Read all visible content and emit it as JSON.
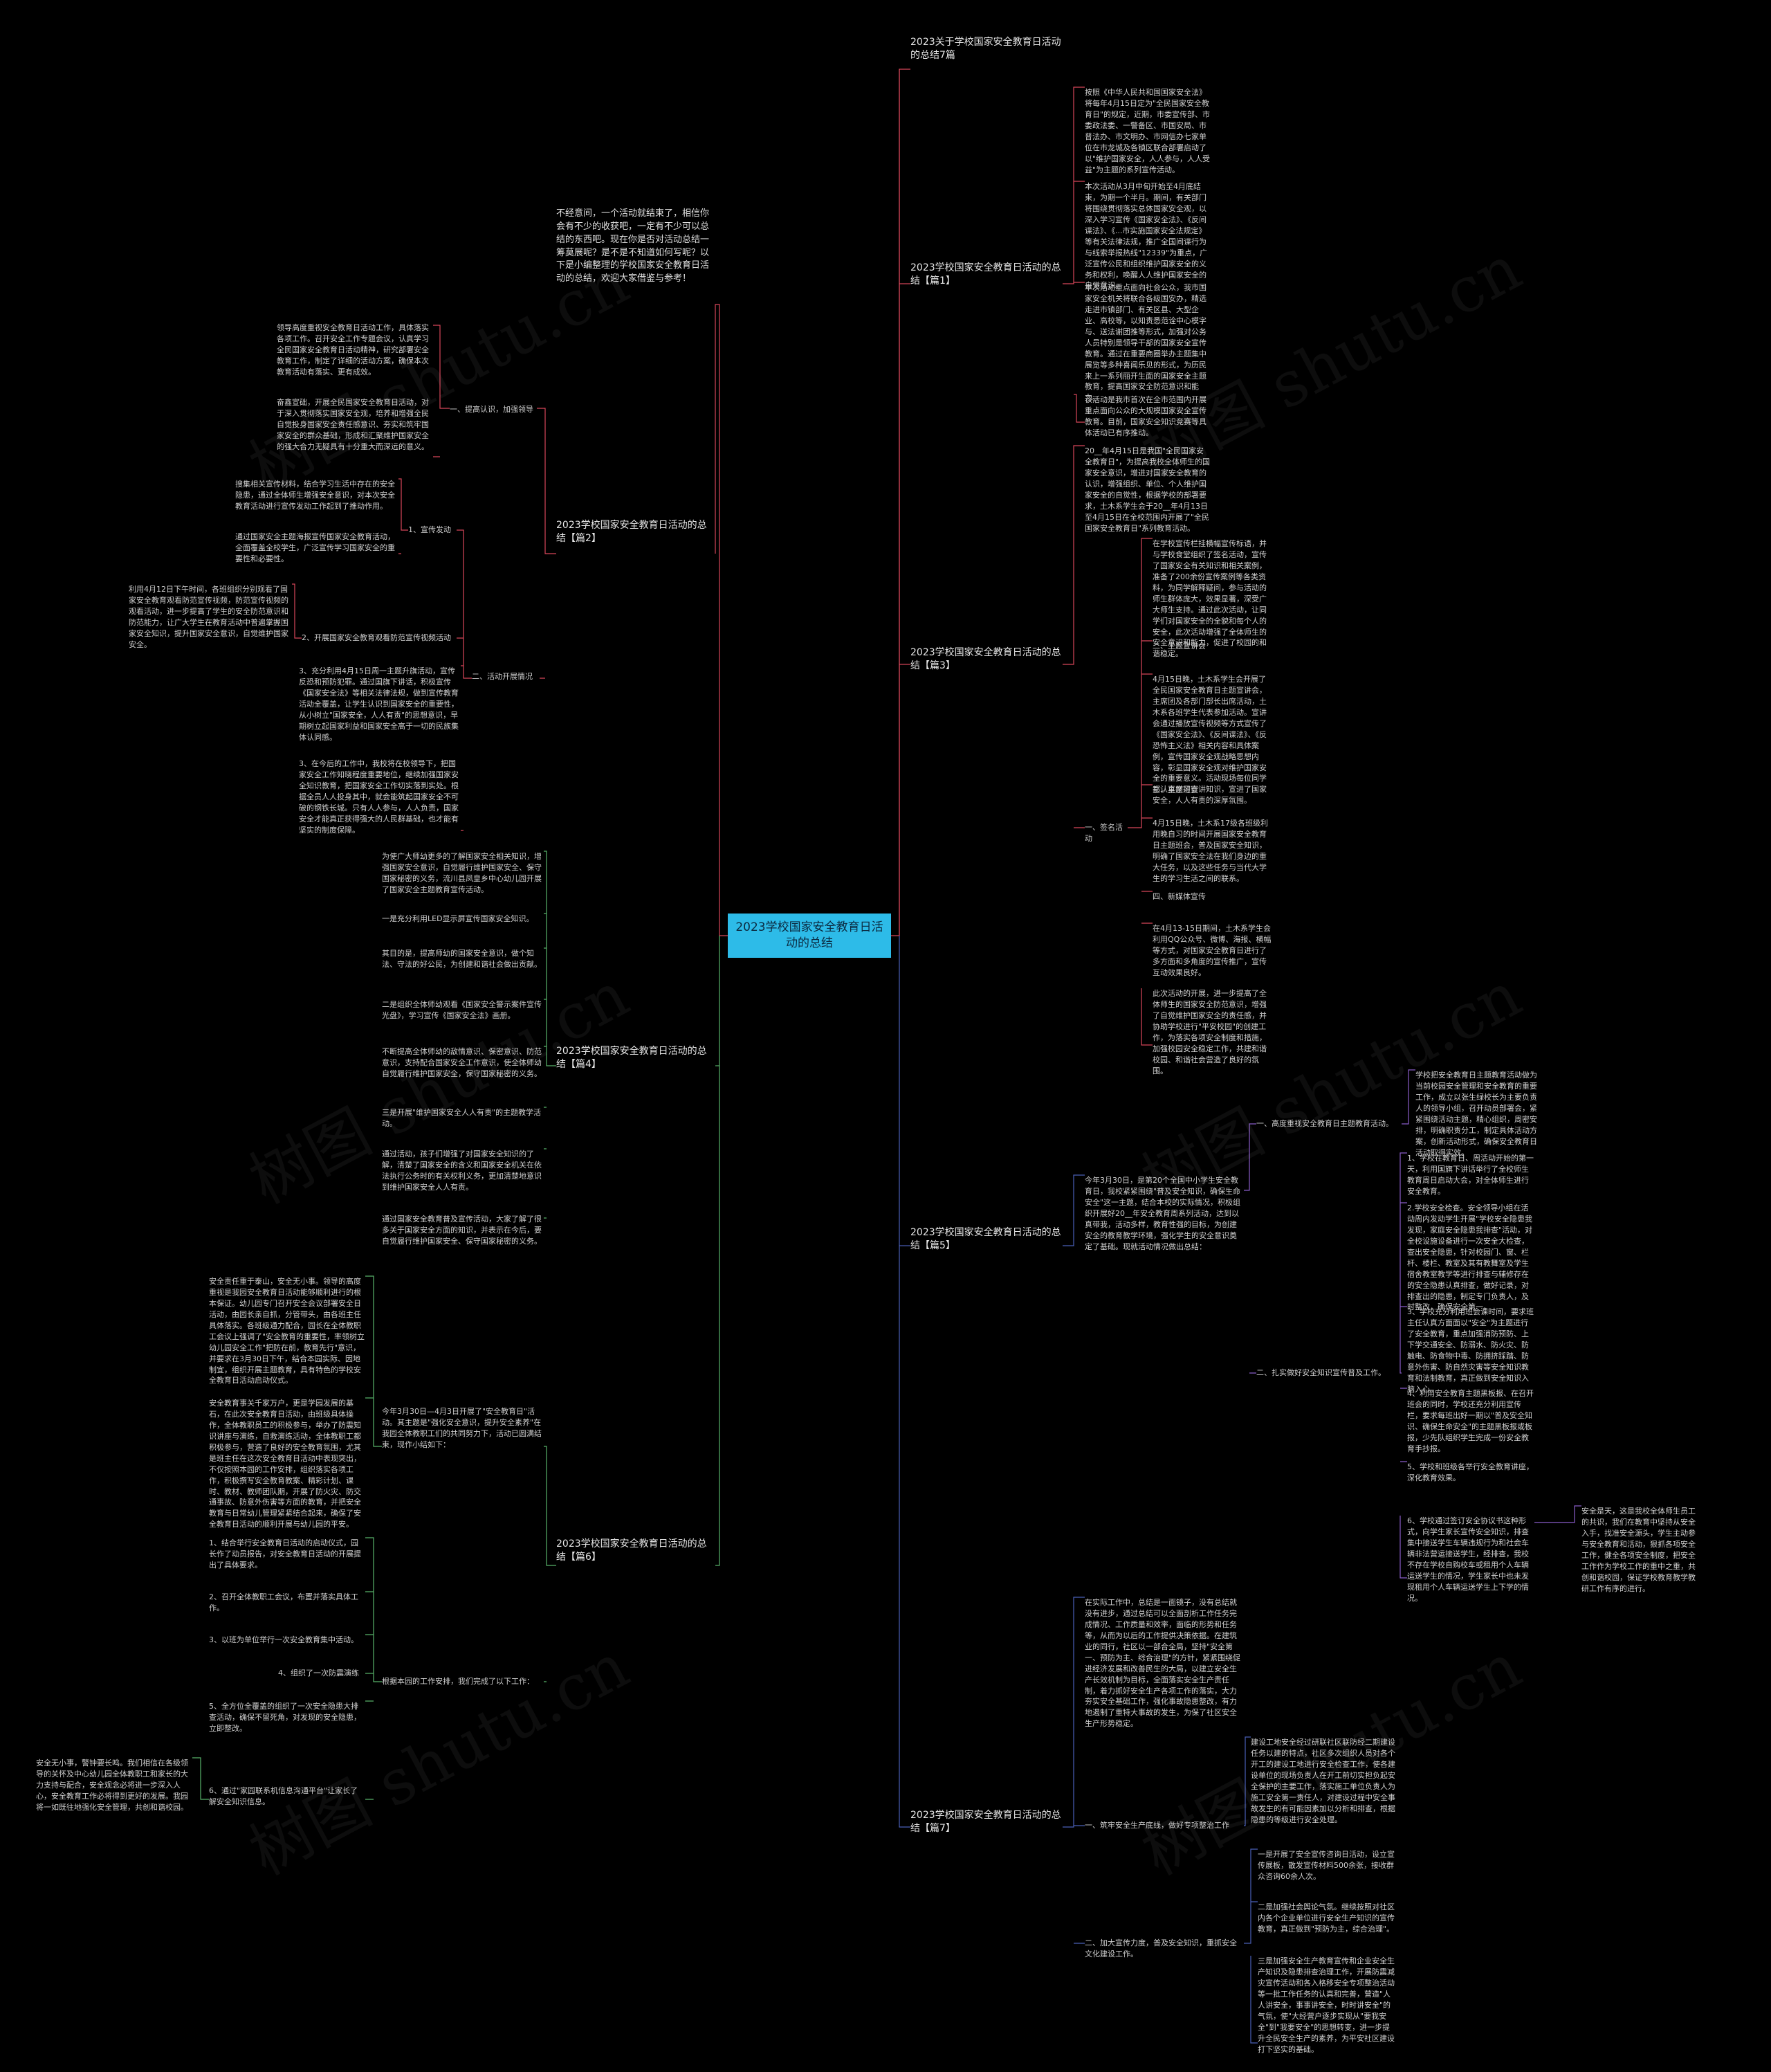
{
  "root": "2023学校国家安全教育日活动的总结",
  "watermark": "树图 shutu.cn",
  "colors": {
    "root_bg": "#2dbbe8",
    "right_line": "#d8465a",
    "blue_line": "#4a5fb8",
    "purple_line": "#8a5cc9",
    "green_line": "#58b36a",
    "red_line": "#d8465a"
  },
  "nodes": [
    {
      "id": "r0",
      "text": "2023关于学校国家安全教育日活动的总结7篇",
      "cls": "title"
    },
    {
      "id": "r1",
      "text": "2023学校国家安全教育日活动的总结【篇1】",
      "cls": "title"
    },
    {
      "id": "r1a",
      "text": "按照《中华人民共和国国家安全法》将每年4月15日定为\"全民国家安全教育日\"的规定，近期，市委宣传部、市委政法委、一警备区、市国安局、市普法办、市文明办、市网信办七家单位在市龙城及各镇区联合部署启动了以\"维护国家安全，人人参与，人人受益\"为主题的系列宣传活动。"
    },
    {
      "id": "r1b",
      "text": "本次活动从3月中旬开始至4月底结束，为期一个半月。期间，有关部门将围绕贯彻落实总体国家安全观，以深入学习宣传《国家安全法》、《反间谍法》、《...市实施国家安全法规定》等有关法律法规，推广全国间谍行为与线索举报热线\"12339\"为重点，广泛宣传公民和组织维护国家安全的义务和权利，唤醒人人维护国家安全的自觉意识。"
    },
    {
      "id": "r1c",
      "text": "本次活动重点面向社会公众，我市国家安全机关将联合各级国安办，精选走进市镇部门、有关区县、大型企业、高校等，以知责悉范诠中心模字与、送法谢团推等形式，加强对公务人员特别是领导干部的国家安全宣传教育。通过在重要商圈举办主题集中展览等多种喜闻乐见的形式，为历民来上一系列丽开生面的国家安全主题教育，提高国家安全防范意识和能力。"
    },
    {
      "id": "r1d",
      "text": "该活动是我市首次在全市范围内开展重点面向公众的大规模国家安全宣传教育。目前，国家安全知识竞赛等具体活动已有序推动。"
    },
    {
      "id": "r3",
      "text": "2023学校国家安全教育日活动的总结【篇3】",
      "cls": "title"
    },
    {
      "id": "r3a",
      "text": "20__年4月15日是我国\"全民国家安全教育日\"，为提高我校全体师生的国家安全意识，增进对国家安全教育的认识，增强组织、单位、个人维护国家安全的自觉性，根据学校的部署要求，土木系学生会于20__年4月13日至4月15日在全校范围内开展了\"全民国家安全教育日\"系列教育活动。"
    },
    {
      "id": "r3s",
      "text": "一、签名活动",
      "cls": "sub"
    },
    {
      "id": "r3b",
      "text": "在学校宣传栏挂横幅宣传标语，并与学校食堂组织了签名活动，宣传了国家安全有关知识和相关案例，准备了200余份宣传案例等各类资料，为同学解释疑问，参与活动的师生群体庞大，效果显著，深受广大师生支持。通过此次活动，让同学们对国家安全的全貌和每个人的安全，此次活动增强了全体师生的安全意识和能力，促进了校园的和谐稳定。"
    },
    {
      "id": "r3c",
      "text": "二、主题宣讲会"
    },
    {
      "id": "r3d",
      "text": "4月15日晚，土木系学生会开展了全民国家安全教育日主题宣讲会，主席团及各部门部长出席活动，土木系各班学生代表参加活动。宣讲会通过播放宣传视频等方式宣传了《国家安全法》、《反间谍法》、《反恐怖主义法》相关内容和具体案例，宣传国家安全观战略思想内容，彰显国家安全观对维护国家安全的重要意义。活动现场每位同学都认真学习宣讲知识，宣进了国家安全，人人有责的深厚氛围。"
    },
    {
      "id": "r3e",
      "text": "三、主题班会"
    },
    {
      "id": "r3f",
      "text": "4月15日晚，土木系17级各班级利用晚自习的时间开展国家安全教育日主题班会，普及国家安全知识，明确了国家安全法在我们身边的重大任务，以及这些任务与当代大学生的学习生活之间的联系。"
    },
    {
      "id": "r3g",
      "text": "四、新媒体宣传"
    },
    {
      "id": "r3h",
      "text": "在4月13-15日期间，土木系学生会利用QQ公众号、微博、海报、横幅等方式，对国家安全教育日进行了多方面和多角度的宣传推广，宣传互动效果良好。"
    },
    {
      "id": "r3i",
      "text": "此次活动的开展，进一步提高了全体师生的国家安全防范意识，增强了自觉维护国家安全的责任感，并协助学校进行\"平安校园\"的创建工作，为落实各项安全制度和措施，加强校园安全稳定工作，共建和谐校园、和谐社会营造了良好的氛围。"
    },
    {
      "id": "r5",
      "text": "2023学校国家安全教育日活动的总结【篇5】",
      "cls": "title"
    },
    {
      "id": "r5a",
      "text": "今年3月30日，是第20个全国中小学生安全教育日，我校紧紧围绕\"普及安全知识，确保生命安全\"这一主题，结合本校的实际情况，积极组织开展好20__年安全教育周系列活动，达到以真带我，活动多样，教育性强的目标，为创建安全的教育教学环境，强化学生的安全意识奠定了基础。现就活动情况做出总结："
    },
    {
      "id": "r5s1",
      "text": "一、高度重视安全教育日主题教育活动。",
      "cls": "sub"
    },
    {
      "id": "r5b",
      "text": "学校把安全教育日主题教育活动做为当前校园安全管理和安全教育的重要工作，成立以张生绿校长为主要负责人的领导小组，召开动员部署会，紧紧围绕活动主题，精心组织，周密安排，明确职责分工，制定具体活动方案，创新活动形式，确保安全教育日活动取得实效。"
    },
    {
      "id": "r5s2",
      "text": "二、扎实做好安全知识宣传普及工作。",
      "cls": "sub"
    },
    {
      "id": "r5c",
      "text": "1、学校在教育日、周活动开始的第一天，利用国旗下讲话举行了全校师生教育周日启动大会，对全体师生进行安全教育。"
    },
    {
      "id": "r5d",
      "text": "2.学校安全检查。安全领导小组在活动周内发动学生开展\"学校安全隐患我发现，家庭安全隐患我排查\"活动，对全校设施设备进行一次安全大检查，查出安全隐患，针对校园门、窗、栏杆、楼栏、教室及其有教舞室及学生宿舍教室教学等进行排查与辅修存在的安全隐患认真排查，做好记录，对排查出的隐患，制定专门负责人，及时整改，确保安全第一。"
    },
    {
      "id": "r5e",
      "text": "3、学校充分利用班会课时间，要求班主任认真方面面以\"安全\"为主题进行了安全教育，重点加强消防预防、上下学交通安全、防溺水、防火灾、防触电、防食物中毒、防拥挤踩踏、防意外伤害、防自然灾害等安全知识教育和法制教育，真正做到安全知识入脑入心。"
    },
    {
      "id": "r5f",
      "text": "4、利用安全教育主题黑板报、在召开班会的同时，学校还充分利用宣传栏，要求每班出好一期以\"普及安全知识、确保生命安全\"的主题黑板报或板报，少先队组织学生完成一份安全教育手抄报。"
    },
    {
      "id": "r5g",
      "text": "5、学校和班级各举行安全教育讲座，深化教育效果。"
    },
    {
      "id": "r5h",
      "text": "6、学校通过签订安全协议书这种形式，向学生家长宣传安全知识，排查集中接送学生车辆违规行为和社会车辆非法营运接送学生，经排查，我校不存在学校自购校车或租用个人车辆运送学生的情况，学生家长中也未发现租用个人车辆运送学生上下学的情况。"
    },
    {
      "id": "r5i",
      "text": "安全是天，这是我校全体师生员工的共识，我们在教育中坚持从安全入手，找准安全源头，学生主动参与安全教育和活动，狠抓各项安全工作，健全各项安全制度，把安全工作作为学校工作的重中之重，共创和谐校园，保证学校教育教学教研工作有序的进行。"
    },
    {
      "id": "r7",
      "text": "2023学校国家安全教育日活动的总结【篇7】",
      "cls": "title"
    },
    {
      "id": "r7a",
      "text": "在实际工作中，总结是一面镜子，没有总结就没有进步，通过总结可以全面剖析工作任务完成情况、工作质量和效率，面临的形势和任务等，从而为以后的工作提供决策依据。在建筑业的同行，社区以一部合全局，坚持\"安全第一、预防为主、综合治理\"的方针，紧紧围绕促进经济发展和改善民生的大局，以建立安全生产长效机制为目标，全面落实安全生产责任制，着力抓好安全生产各项工作的落实，大力夯实安全基础工作，强化事故隐患整改，有力地遏制了重特大事故的发生，为保了社区安全生产形势稳定。"
    },
    {
      "id": "r7s1",
      "text": "一、筑牢安全生产底线，做好专项整治工作",
      "cls": "sub"
    },
    {
      "id": "r7b",
      "text": "建设工地安全经过研联社区联防经二期建设任务以建的特点，社区多次组织人员对各个开工的建设工地进行安全检查工作，使各建设单位的现场负责人在开工前切实担负起安全保护的主要工作，落实施工单位负责人为施工安全第一责任人，对建设过程中安全事故发生的有可能因素加以分析和排查，根据隐患的等级进行安全处理。"
    },
    {
      "id": "r7s2",
      "text": "二、加大宣传力度，普及安全知识，重抓安全文化建设工作。",
      "cls": "sub"
    },
    {
      "id": "r7c",
      "text": "一是开展了安全宣传咨询日活动，设立宣传展板，散发宣传材料500余张，接收群众咨询60余人次。"
    },
    {
      "id": "r7d",
      "text": "二是加强社会舆论气氛。继续按照对社区内各个企业单位进行安全生产知识的宣传教育，真正做到\"预防为主，综合治理\"。"
    },
    {
      "id": "r7e",
      "text": "三是加强安全生产教育宣传和企业安全生产知识及隐患排查治理工作，开展防震减灾宣传活动和各入格移安全专项整治活动等一批工作任务的认真和完善，营造\"人人讲安全，事事讲安全，时时讲安全\"的气氛，使\"大经营户逐步实现从\"要我安全\"到\"我要安全\"的思想转变，进一步提升全民安全生产的素养，为平安社区建设打下坚实的基础。"
    },
    {
      "id": "l2",
      "text": "2023学校国家安全教育日活动的总结【篇2】",
      "cls": "title"
    },
    {
      "id": "l2intro",
      "text": "不经意间，一个活动就结束了，相信你会有不少的收获吧，一定有不少可以总结的东西吧。现在你是否对活动总结一筹莫展呢？是不是不知道如何写呢？以下是小编整理的学校国家安全教育日活动的总结，欢迎大家借鉴与参考！",
      "cls": "intro"
    },
    {
      "id": "l2s1",
      "text": "一、提高认识，加强领导",
      "cls": "sub"
    },
    {
      "id": "l2a",
      "text": "领导高度重视安全教育日活动工作，具体落实各项工作。召开安全工作专题会议，认真学习全民国家安全教育日活动精神，研究部署安全教育工作，制定了详细的活动方案，确保本次教育活动有落实、更有成效。"
    },
    {
      "id": "l2b",
      "text": "奋鑫宣础，开展全民国家安全教育日活动，对于深入贯彻落实国家安全观，培养和增强全民自觉投身国家安全责任感意识、夯实和筑牢国家安全的群众基础，形成和汇聚维护国家安全的强大合力无疑具有十分重大而深远的意义。"
    },
    {
      "id": "l2s2",
      "text": "二、活动开展情况",
      "cls": "sub"
    },
    {
      "id": "l2c1",
      "text": "1、宣传发动"
    },
    {
      "id": "l2c",
      "text": "搜集相关宣传材料，结合学习生活中存在的安全隐患，通过全体师生增强安全意识，对本次安全教育活动进行宣传发动工作起到了推动作用。"
    },
    {
      "id": "l2d",
      "text": "通过国家安全主题海报宣传国家安全教育活动，全面覆盖全校学生，广泛宣传学习国家安全的重要性和必要性。"
    },
    {
      "id": "l2e",
      "text": "2、开展国家安全教育观看防范宣传视频活动"
    },
    {
      "id": "l2f",
      "text": "利用4月12日下午时间，各班组织分别观看了国家安全教育观看防范宣传视频，防范宣传视频的观看活动，进一步提高了学生的安全防范意识和防范能力，让广大学生在教育活动中普遍掌握国家安全知识，提升国家安全意识，自觉维护国家安全。"
    },
    {
      "id": "l2g",
      "text": "3、充分利用4月15日周一主题升旗活动，宣传反恐和预防犯罪。通过国旗下讲话，积极宣传《国家安全法》等相关法律法规，做到宣传教育活动全覆盖，让学生认识到国家安全的重要性，从小树立\"国家安全，人人有责\"的思想意识，早期树立起国家利益和国家安全高于一切的民族集体认同感。"
    },
    {
      "id": "l2h",
      "text": "3、在今后的工作中，我校将在校领导下，把国家安全工作知晓程度重要地位，继续加强国家安全知识教育，把国家安全工作切实落到实处。根据全员人人投身其中，就会能筑起国家安全不可破的钢铁长城。只有人人参与，人人负责，国家安全才能真正获得强大的人民群基础，也才能有坚实的制度保障。"
    },
    {
      "id": "l4",
      "text": "2023学校国家安全教育日活动的总结【篇4】",
      "cls": "title"
    },
    {
      "id": "l4a",
      "text": "为使广大师幼更多的了解国家安全相关知识，增强国家安全意识，自觉履行维护国家安全、保守国家秘密的义务，流川县凤皇乡中心幼儿园开展了国家安全主题教育宣传活动。"
    },
    {
      "id": "l4b",
      "text": "一是充分利用LED显示屏宣传国家安全知识。"
    },
    {
      "id": "l4c",
      "text": "其目的是，提高师幼的国家安全意识，做个知法、守法的好公民，为创建和谐社会做出贡献。"
    },
    {
      "id": "l4d",
      "text": "二是组织全体师幼观看《国家安全警示案件宣传光盘》，学习宣传《国家安全法》画册。"
    },
    {
      "id": "l4e",
      "text": "不断提高全体师幼的敌情意识、保密意识、防范意识，支持配合国家安全工作意识，使全体师幼自觉履行维护国家安全，保守国家秘密的义务。"
    },
    {
      "id": "l4f",
      "text": "三是开展\"维护国家安全人人有责\"的主题教学活动。"
    },
    {
      "id": "l4g",
      "text": "通过活动，孩子们增强了对国家安全知识的了解，清楚了国家安全的含义和国家安全机关在依法执行公务时的有关权利义务，更加清楚地意识到维护国家安全人人有责。"
    },
    {
      "id": "l4h",
      "text": "通过国家安全教育普及宣传活动，大家了解了很多关于国家安全方面的知识，并表示在今后，要自觉履行维护国家安全、保守国家秘密的义务。"
    },
    {
      "id": "l6",
      "text": "2023学校国家安全教育日活动的总结【篇6】",
      "cls": "title"
    },
    {
      "id": "l6intro",
      "text": "今年3月30日—4月3日开展了\"安全教育日\"活动。其主题是\"强化安全意识，提升安全素养\"在我园全体教职工们的共同努力下，活动已圆满结束，现作小结如下："
    },
    {
      "id": "l6a",
      "text": "安全责任重于泰山，安全无小事。领导的高度重视是我园安全教育日活动能够顺利进行的根本保证。幼儿园专门召开安全会议部署安全日活动，由园长亲自抓，分管带头，由各班主任具体落实。各班级通力配合，园长在全体教职工会议上强调了\"安全教育的重要性，率领树立幼儿园安全工作\"把防在前，教育先行\"意识，并要求在3月30日下午，结合本园实际、因地制宜，组织开展主题教育，具有特色的学校安全教育日活动启动仪式。"
    },
    {
      "id": "l6b",
      "text": "安全教育事关千家万户，更是学园发展的基石，在此次安全教育日活动，由班级具体操作，全体教职员工的积极参与，举办了防震知识讲座与演练，自救演练活动，全体教职工都积极参与，营造了良好的安全教育氛围，尤其是班主任在这次安全教育日活动中表现突出，不仅按照本园的工作安排，组织落实各项工作，积极撰写安全教育教案、精彩计划、课时、教材、教师团队期，开展了防火灾、防交通事故、防意外伤害等方面的教育，并把安全教育与日常幼儿管理紧紧结合起来，确保了安全教育日活动的顺利开展与幼儿园的平安。"
    },
    {
      "id": "l6s",
      "text": "根据本园的工作安排，我们完成了以下工作：",
      "cls": "sub"
    },
    {
      "id": "l6c",
      "text": "1、结合举行安全教育日活动的启动仪式，园长作了动员报告，对安全教育日活动的开展提出了具体要求。"
    },
    {
      "id": "l6d",
      "text": "2、召开全体教职工会议，布置并落实具体工作。"
    },
    {
      "id": "l6e",
      "text": "3、以班为单位举行一次安全教育集中活动。"
    },
    {
      "id": "l6f",
      "text": "4、组织了一次防震演练"
    },
    {
      "id": "l6g",
      "text": "5、全方位全覆盖的组织了一次安全隐患大排查活动，确保不留死角，对发现的安全隐患，立即整改。"
    },
    {
      "id": "l6h",
      "text": "6、通过\"家园联系机信息沟通平台\"让家长了解安全知识信息。"
    },
    {
      "id": "l6i",
      "text": "安全无小事，警钟要长鸣。我们相信在各级领导的关怀及中心幼儿园全体教职工和家长的大力支持与配合，安全观念必将进一步深入人心，安全教育工作必将得到更好的发展。我园将一如既往地强化安全管理，共创和谐校园。"
    }
  ]
}
